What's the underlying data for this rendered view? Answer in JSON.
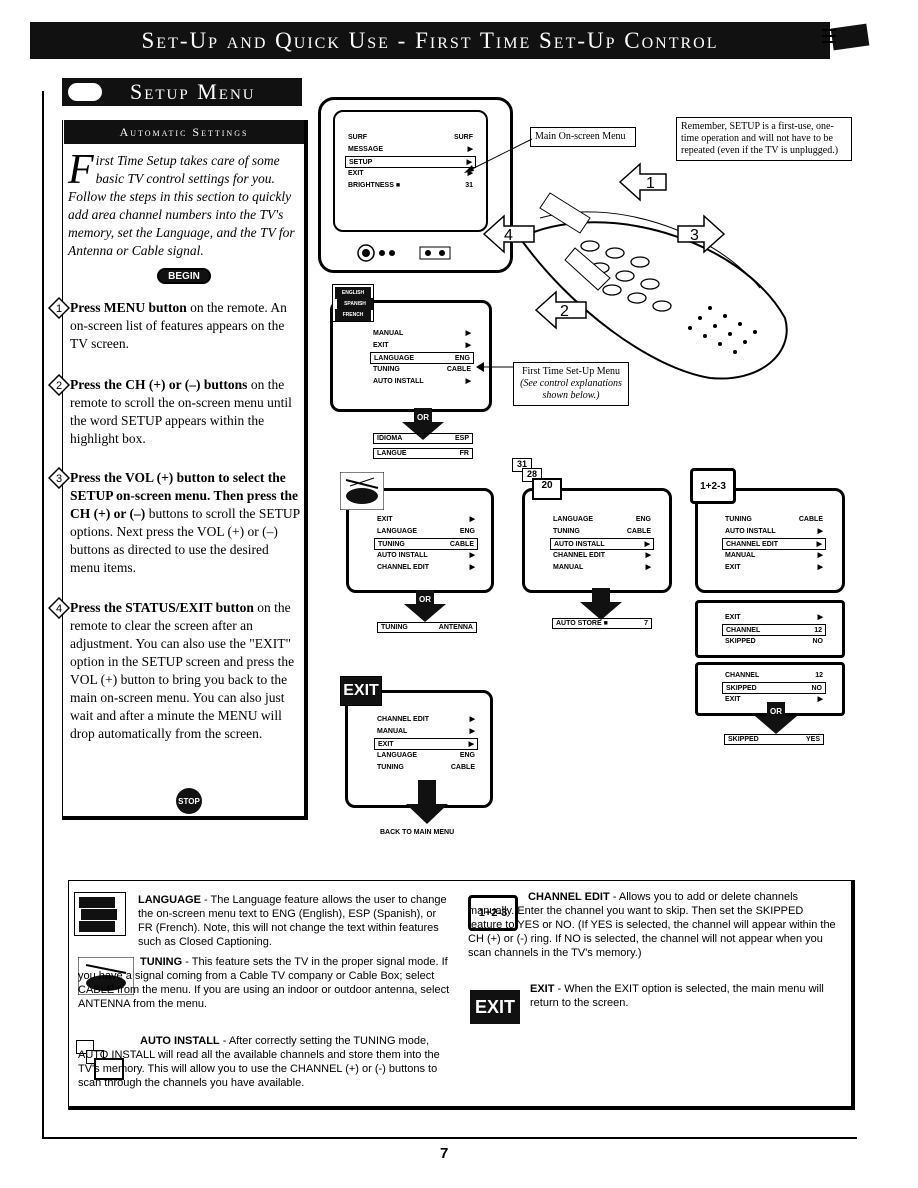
{
  "header": {
    "title": "Set-Up and Quick Use - First Time Set-Up Control"
  },
  "section": {
    "title": "Setup Menu"
  },
  "left": {
    "subheader": "Automatic Settings",
    "dropcap": "F",
    "intro": "irst Time Setup takes care of some basic TV control settings for you. Follow the steps in this section to quickly add area channel numbers into the TV's memory, set the Language, and the TV for Antenna or Cable signal.",
    "begin": "BEGIN",
    "steps": [
      {
        "num": "1",
        "bold": "Press MENU button",
        "text": " on the remote. An on-screen list of features appears on the TV screen."
      },
      {
        "num": "2",
        "bold": "Press the CH (+) or (–) buttons",
        "text": " on the remote to scroll the on-screen menu until the word SETUP appears within the highlight box."
      },
      {
        "num": "3",
        "bold": "Press the VOL (+) button to select the SETUP on-screen menu. Then press the CH (+) or (–)",
        "text": " buttons to scroll the SETUP options. Next press the VOL (+) or (–) buttons as directed to use the desired menu items."
      },
      {
        "num": "4",
        "bold": "Press the STATUS/EXIT button",
        "text": " on the remote to clear the screen after an adjustment. You can also use the \"EXIT\" option in the SETUP screen and press the VOL (+) button to bring you back to the main on-screen menu. You can also just wait and after a minute the MENU will drop automatically from the screen."
      }
    ],
    "stop": "STOP"
  },
  "callouts": {
    "remember": "Remember, SETUP is a first-use, one-time operation and will not have to be repeated (even if the TV is unplugged.)",
    "main_menu": "Main On-screen Menu",
    "first_time_title": "First Time Set-Up Menu",
    "first_time_sub": "(See control explanations shown below.)"
  },
  "main_menu": [
    {
      "label": "SURF",
      "value": "SURF"
    },
    {
      "label": "MESSAGE",
      "value": "▶"
    },
    {
      "label": "SETUP",
      "value": "▶",
      "hl": true
    },
    {
      "label": "EXIT",
      "value": "▶"
    },
    {
      "label": "BRIGHTNESS ■",
      "value": "31"
    }
  ],
  "setup_menu": [
    {
      "label": "MANUAL",
      "value": "▶"
    },
    {
      "label": "EXIT",
      "value": "▶"
    },
    {
      "label": "LANGUAGE",
      "value": "ENG",
      "hl": true
    },
    {
      "label": "TUNING",
      "value": "CABLE"
    },
    {
      "label": "AUTO INSTALL",
      "value": "▶"
    }
  ],
  "lang_icon": [
    "ENGLISH",
    "SPANISH",
    "FRENCH"
  ],
  "lang_results": [
    {
      "label": "IDIOMA",
      "value": "ESP"
    },
    {
      "label": "LANGUE",
      "value": "FR"
    }
  ],
  "tuning_menu": [
    {
      "label": "EXIT",
      "value": "▶"
    },
    {
      "label": "LANGUAGE",
      "value": "ENG"
    },
    {
      "label": "TUNING",
      "value": "CABLE",
      "hl": true
    },
    {
      "label": "AUTO INSTALL",
      "value": "▶"
    },
    {
      "label": "CHANNEL EDIT",
      "value": "▶"
    }
  ],
  "tuning_result": {
    "label": "TUNING",
    "value": "ANTENNA"
  },
  "auto_menu": [
    {
      "label": "LANGUAGE",
      "value": "ENG"
    },
    {
      "label": "TUNING",
      "value": "CABLE"
    },
    {
      "label": "AUTO INSTALL",
      "value": "▶",
      "hl": true
    },
    {
      "label": "CHANNEL EDIT",
      "value": "▶"
    },
    {
      "label": "MANUAL",
      "value": "▶"
    }
  ],
  "auto_result": {
    "label": "AUTO STORE ■",
    "value": "7"
  },
  "auto_icon": {
    "a": "31",
    "b": "28",
    "c": "20"
  },
  "chedit_icon": "1+2-3",
  "chedit_menu": [
    {
      "label": "TUNING",
      "value": "CABLE"
    },
    {
      "label": "AUTO INSTALL",
      "value": "▶"
    },
    {
      "label": "CHANNEL EDIT",
      "value": "▶",
      "hl": true
    },
    {
      "label": "MANUAL",
      "value": "▶"
    },
    {
      "label": "EXIT",
      "value": "▶"
    }
  ],
  "chedit_sub1": [
    {
      "label": "EXIT",
      "value": "▶"
    },
    {
      "label": "CHANNEL",
      "value": "12",
      "hl": true
    },
    {
      "label": "SKIPPED",
      "value": "NO"
    }
  ],
  "chedit_sub2": [
    {
      "label": "CHANNEL",
      "value": "12"
    },
    {
      "label": "SKIPPED",
      "value": "NO",
      "hl": true
    },
    {
      "label": "EXIT",
      "value": "▶"
    }
  ],
  "chedit_result": {
    "label": "SKIPPED",
    "value": "YES"
  },
  "exit_icon": "EXIT",
  "exit_menu": [
    {
      "label": "CHANNEL EDIT",
      "value": "▶"
    },
    {
      "label": "MANUAL",
      "value": "▶"
    },
    {
      "label": "EXIT",
      "value": "▶",
      "hl": true
    },
    {
      "label": "LANGUAGE",
      "value": "ENG"
    },
    {
      "label": "TUNING",
      "value": "CABLE"
    }
  ],
  "back_main": "BACK TO MAIN MENU",
  "or": "OR",
  "arrows": [
    "1",
    "2",
    "3",
    "4"
  ],
  "glossary": {
    "language_t": "LANGUAGE",
    "language": " - The Language feature allows the user to change the on-screen menu text to ENG (English), ESP (Spanish), or FR (French). Note, this will not change the text within features such as Closed Captioning.",
    "tuning_t": "TUNING",
    "tuning": " - This feature sets the TV in the proper signal mode. If you have a signal coming from a Cable TV company or Cable Box; select CABLE from the menu. If you are using an indoor or outdoor antenna, select ANTENNA from the menu.",
    "auto_t": "AUTO INSTALL",
    "auto": " - After correctly setting the TUNING mode, AUTO INSTALL will read all the available channels and store them into the TV's memory. This will allow you to use the CHANNEL (+) or (-) buttons to scan through the channels you have available.",
    "chedit_t": "CHANNEL EDIT",
    "chedit": " - Allows you to add or delete channels manually. Enter the channel you want to skip. Then set the SKIPPED feature to YES or NO. (If YES is selected, the channel will appear within the CH (+) or (-) ring. If NO is selected, the channel will not appear when you scan channels in the TV's memory.)",
    "exit_t": "EXIT",
    "exit": " - When the EXIT option is selected, the main menu will return to the screen."
  },
  "page_number": "7"
}
